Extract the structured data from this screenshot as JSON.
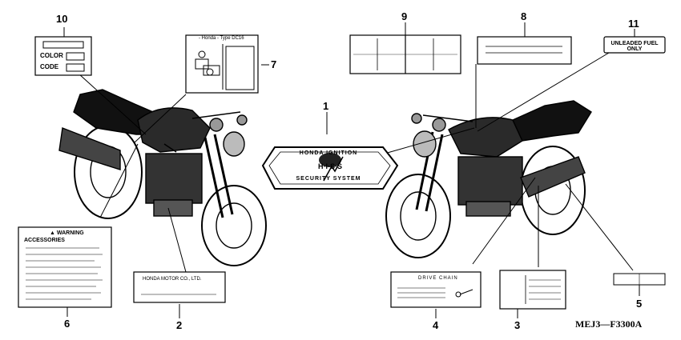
{
  "figure_code": "MEJ3—F3300A",
  "callouts": {
    "c1": "1",
    "c2": "2",
    "c3": "3",
    "c4": "4",
    "c5": "5",
    "c6": "6",
    "c7": "7",
    "c8": "8",
    "c9": "9",
    "c10": "10",
    "c11": "11"
  },
  "labels": {
    "color_code": {
      "color": "COLOR",
      "code": "CODE"
    },
    "type_label": {
      "title": "- Honda - Type  DC16"
    },
    "hiss_emblem": {
      "top": "HONDA IGNITION",
      "center": "H·I·S·S",
      "bottom": "SECURITY SYSTEM"
    },
    "unleaded": {
      "text": "UNLEADED FUEL ONLY"
    },
    "warning": {
      "title": "▲ WARNING",
      "subtitle": "ACCESSORIES"
    },
    "frame_plate": {
      "text": "HONDA MOTOR CO., LTD."
    },
    "drive_chain": {
      "text": "DRIVE CHAIN"
    }
  }
}
